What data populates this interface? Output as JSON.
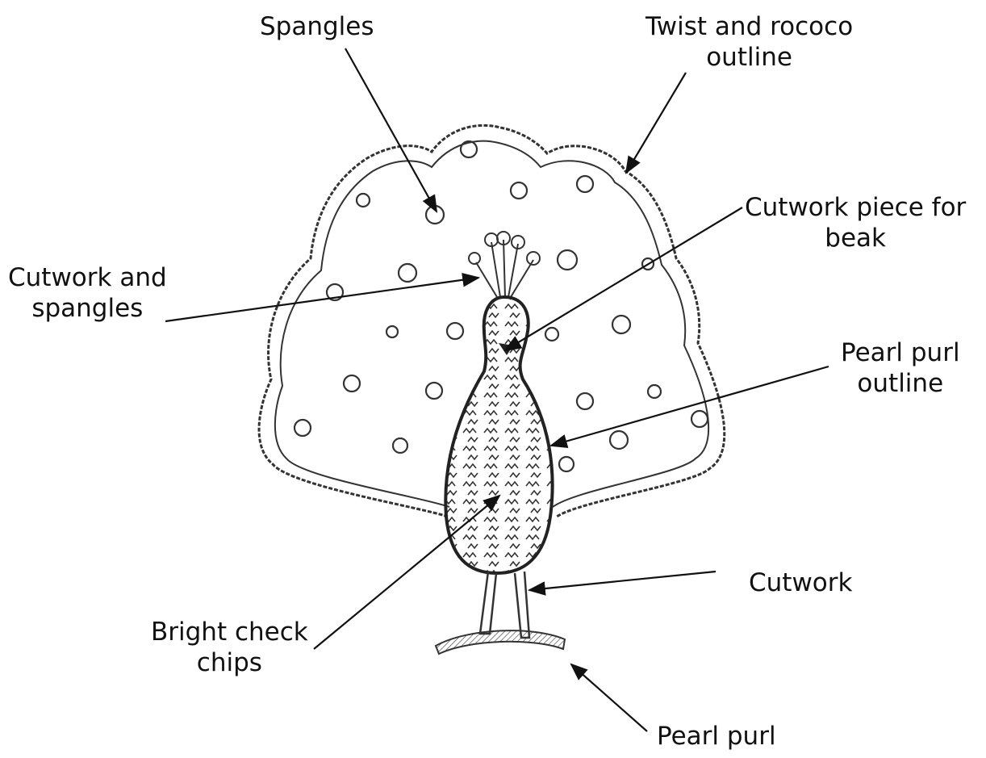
{
  "labels": {
    "spangles": "Spangles",
    "twist_rococo": [
      "Twist and rococo",
      "outline"
    ],
    "cutwork_spangles": [
      "Cutwork and",
      "spangles"
    ],
    "cutwork_beak": [
      "Cutwork piece for",
      "beak"
    ],
    "pearl_purl_outline": [
      "Pearl purl",
      "outline"
    ],
    "cutwork": "Cutwork",
    "bright_check_chips": [
      "Bright check",
      "chips"
    ],
    "pearl_purl": "Pearl purl"
  },
  "colors": {
    "ink": "#333333",
    "text": "#111111",
    "background": "#ffffff"
  }
}
